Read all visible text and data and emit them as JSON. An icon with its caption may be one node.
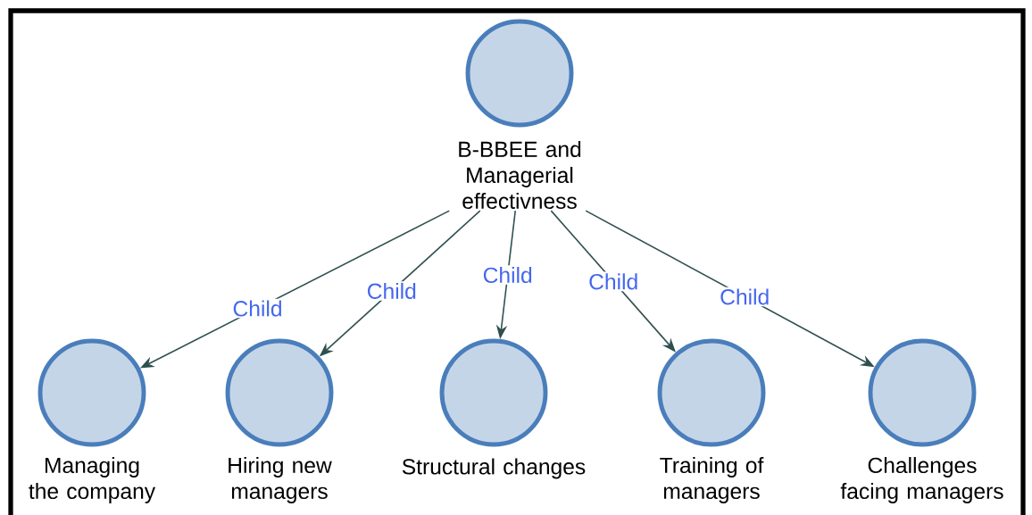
{
  "diagram": {
    "nodes": [
      {
        "text": [
          "B-BBEE and Managerial effectivness"
        ]
      },
      {
        "text": [
          "Managing the company"
        ]
      },
      {
        "text": [
          "Hiring new managers"
        ]
      },
      {
        "text": [
          "Structural changes"
        ]
      },
      {
        "text": [
          "Training of managers"
        ]
      },
      {
        "text": [
          "Challenges facing managers"
        ]
      }
    ],
    "edges": [
      {
        "from": 0,
        "to": 1,
        "arrow": "to",
        "label": "Child"
      },
      {
        "from": 0,
        "to": 2,
        "arrow": "to",
        "label": "Child"
      },
      {
        "from": 0,
        "to": 3,
        "arrow": "to",
        "label": "Child"
      },
      {
        "from": 0,
        "to": 4,
        "arrow": "to",
        "label": "Child"
      },
      {
        "from": 0,
        "to": 5,
        "arrow": "to",
        "label": "Child"
      }
    ]
  }
}
